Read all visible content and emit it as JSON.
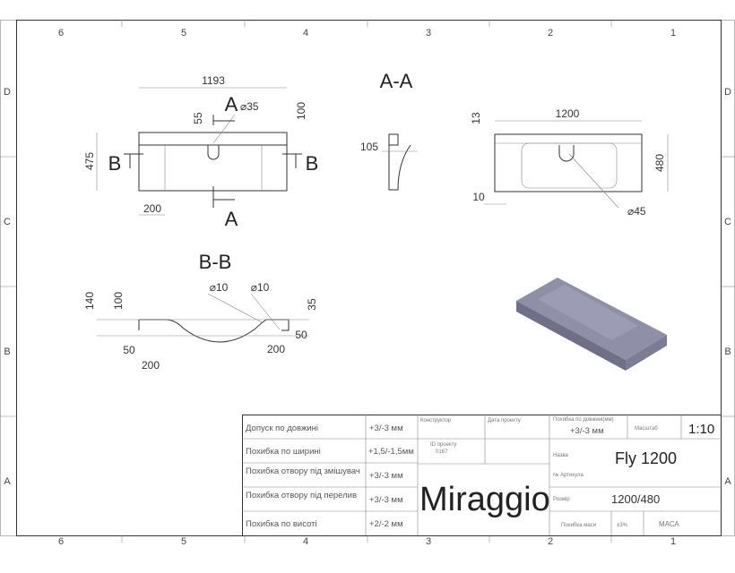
{
  "frame": {
    "columns": [
      "6",
      "5",
      "4",
      "3",
      "2",
      "1"
    ],
    "rows": [
      "D",
      "C",
      "B",
      "A"
    ]
  },
  "plan_view": {
    "width": "1193",
    "depth": "475",
    "hole_offset": "55",
    "edge": "100",
    "hole_dia": "⌀35",
    "side": "200",
    "section_a": "A",
    "section_b": "B"
  },
  "section_aa": {
    "title": "A-A",
    "dim": "105"
  },
  "top_view": {
    "width": "1200",
    "depth": "480",
    "top": "13",
    "bottom": "10",
    "drain_dia": "⌀45"
  },
  "section_bb": {
    "title": "B-B",
    "height_total": "140",
    "height_bowl": "100",
    "rim": "35",
    "dia_1": "⌀10",
    "dia_2": "⌀10",
    "left_50": "50",
    "left_200": "200",
    "right_50": "50",
    "right_200": "200"
  },
  "render": {
    "color": "#8f90a8"
  },
  "title_block": {
    "tolerances": [
      {
        "label": "Допуск по довжині",
        "value": "+3/-3 мм"
      },
      {
        "label": "Похибка по ширині",
        "value": "+1,5/-1,5мм"
      },
      {
        "label": "Похибка отвору під змішувач",
        "value": "+3/-3 мм"
      },
      {
        "label": "Похибка отвору під перелив",
        "value": "+3/-3 мм"
      },
      {
        "label": "Похибка по висоті",
        "value": "+2/-2 мм"
      }
    ],
    "designer_label": "Конструктор",
    "date_label": "Дата проекту",
    "project_id_label": "ID проекту",
    "project_id": "0167",
    "brand": "Miraggio",
    "length_tol_label": "Похибка по довжині(мм)",
    "length_tol": "+3/-3 мм",
    "scale_label": "Масштаб",
    "scale": "1:10",
    "name_label": "Назва",
    "name": "Fly 1200",
    "article_label": "№ Артикула",
    "size_label": "Розмір",
    "size": "1200/480",
    "mass_tol_label": "Похибка маси",
    "mass_tol": "±3%",
    "mass_label": "МАСА"
  }
}
